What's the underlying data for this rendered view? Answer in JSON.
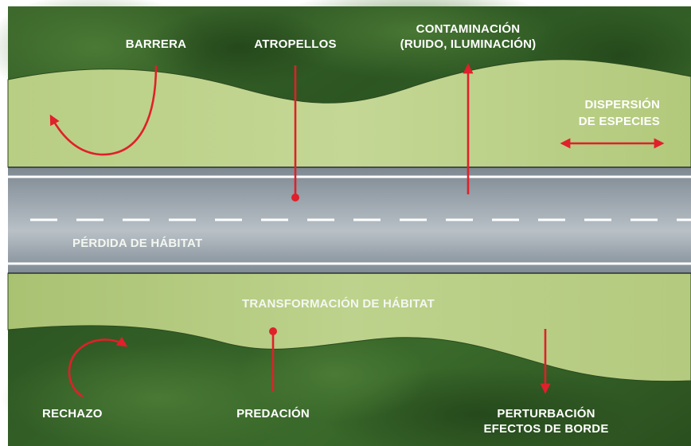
{
  "labels": {
    "barrera": "BARRERA",
    "atropellos": "ATROPELLOS",
    "contaminacion_1": "CONTAMINACIÓN",
    "contaminacion_2": "(RUIDO, ILUMINACIÓN)",
    "dispersion_1": "DISPERSIÓN",
    "dispersion_2": "DE ESPECIES",
    "perdida": "PÉRDIDA DE HÁBITAT",
    "transformacion": "TRANSFORMACIÓN DE HÁBITAT",
    "rechazo": "RECHAZO",
    "predacion": "PREDACIÓN",
    "perturbacion_1": "PERTURBACIÓN",
    "perturbacion_2": "EFECTOS DE BORDE"
  },
  "colors": {
    "forest_dark": "#2f5a24",
    "forest_mid": "#3f6f2e",
    "clearing": "#b9cf85",
    "road": "#8f9aa3",
    "road_light": "#b5bec5",
    "lane_line": "#ffffff",
    "arrow": "#e0202a"
  }
}
